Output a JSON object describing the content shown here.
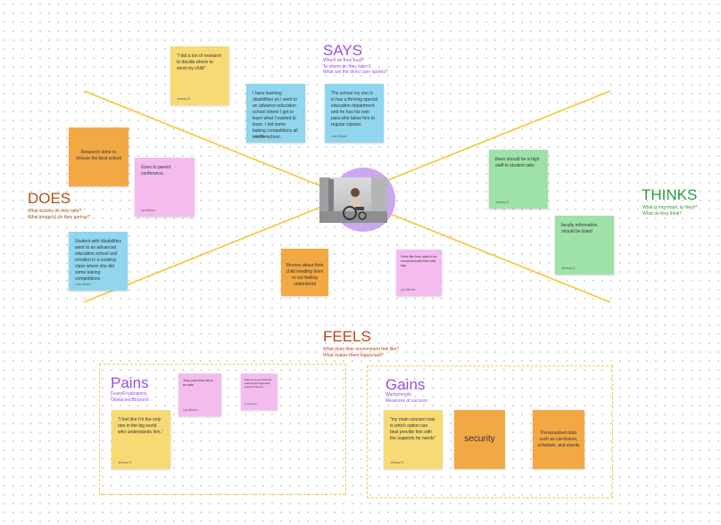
{
  "colors": {
    "line": "#f5d04f",
    "says": "#9a4ee6",
    "does": "#a45418",
    "thinks": "#2e9b3c",
    "feels": "#c0441b",
    "pains": "#9a4ee6",
    "gains": "#9a4ee6"
  },
  "quadrants": {
    "says": {
      "title": "SAYS",
      "sub": "Whom do they trust?\nTo whom do they listen?\nWhat are the direct user quotes?"
    },
    "does": {
      "title": "DOES",
      "sub": "What actions do they take?\nWhat image(s) do they portray?"
    },
    "thinks": {
      "title": "THINKS",
      "sub": "What is important, to them?\nWhat do they think?"
    },
    "feels": {
      "title": "FEELS",
      "sub": "What does their environment feel like?\nWhat makes them happy/sad?"
    }
  },
  "pains": {
    "title": "Pains",
    "sub": "Fears/Frustrations\nObstacles/Blockers"
  },
  "gains": {
    "title": "Gains",
    "sub": "Wants/needs\nMeasures of success"
  },
  "notes": {
    "says_1": {
      "text": "\"I did a ton of research to decide where to send my child\"",
      "author": "Jeremy D."
    },
    "says_2": {
      "text": "I have learning disabilities so I went to an advance education school where I get to learn what I wanted to learn. I did some baking competitions all middle school.",
      "author": "Lina Olowo"
    },
    "says_3": {
      "text": "The school my son is in has a thriving special education department and he has his own para who takes him to regular classes",
      "author": "Lina Olowo"
    },
    "does_1": {
      "text": "Research done to choose the best school"
    },
    "does_2": {
      "text": "Goes to parent conference.",
      "author": "Lyn Moore"
    },
    "does_3": {
      "text": "Student with disabilities went to an advanced education school and enrolled in a cooking class where she did some baking competitions",
      "author": "Lina Olowo"
    },
    "thinks_1": {
      "text": "there should be a high staff to student ratio",
      "author": "Jeremy D."
    },
    "thinks_2": {
      "text": "faculty information should be listed",
      "author": "Jeremy D."
    },
    "feels_1": {
      "text": "Worries about their child needing them or not feeling understood"
    },
    "feels_2": {
      "text": "Feels like they want to be connected with their kids day",
      "author": "Lyn Moore"
    },
    "pains_1": {
      "text": "They want their kid to be safe.",
      "author": "Lyn Moore"
    },
    "pains_2": {
      "text": "Want to know what the teacher/principle/staff expects that are",
      "author": "Lyn Moore"
    },
    "pains_3": {
      "text": "\"I feel like I'm the only one in the big world who understands him.\"",
      "author": "Jeremy D."
    },
    "gains_1": {
      "text": "\"my main concern now is which option can best provide him with the supports he needs\"",
      "author": "Jeremy D."
    },
    "gains_2": {
      "text": "security"
    },
    "gains_3": {
      "text": "Personalized data such as curriculum, schedule, and events"
    }
  },
  "icons": {
    "center_photo": "person-in-wheelchair-photo"
  }
}
